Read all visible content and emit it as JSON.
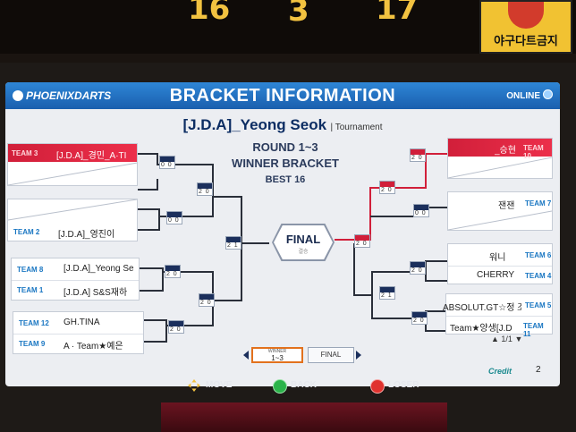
{
  "scoreboard": {
    "left": "16",
    "mid": "3",
    "right": "17"
  },
  "sticker": {
    "text": "야구다트금지"
  },
  "header": {
    "brand": "PHOENIXDARTS",
    "title": "BRACKET INFORMATION",
    "status": "ONLINE"
  },
  "tournament": {
    "name": "[J.D.A]_Yeong Seok",
    "type": "| Tournament"
  },
  "round_info": {
    "round": "ROUND 1~3",
    "bracket_a": "WINNER",
    "bracket_b": " BRACKET",
    "best": "BEST 16"
  },
  "left_cards": [
    {
      "rows": [
        {
          "team": "TEAM 3",
          "player": "[J.D.A]_경민_A·TI",
          "winner": true
        },
        {
          "team": "",
          "player": ""
        }
      ]
    },
    {
      "rows": [
        {
          "team": "",
          "player": ""
        },
        {
          "team": "TEAM 2",
          "player": "[J.D.A]_영진이"
        }
      ]
    },
    {
      "rows": [
        {
          "team": "TEAM 8",
          "player": "[J.D.A]_Yeong Se"
        },
        {
          "team": "TEAM 1",
          "player": "[J.D.A] S&S재하"
        }
      ]
    },
    {
      "rows": [
        {
          "team": "TEAM 12",
          "player": "GH.TINA"
        },
        {
          "team": "TEAM 9",
          "player": "A · Team★예은"
        }
      ]
    }
  ],
  "right_cards": [
    {
      "rows": [
        {
          "team": "TEAM 10",
          "player": "_승현",
          "winner": true
        },
        {
          "team": "",
          "player": ""
        }
      ]
    },
    {
      "rows": [
        {
          "team": "TEAM 7",
          "player": "잰잰"
        },
        {
          "team": "",
          "player": ""
        }
      ]
    },
    {
      "rows": [
        {
          "team": "TEAM 6",
          "player": "워니"
        },
        {
          "team": "TEAM 4",
          "player": "CHERRY"
        }
      ]
    },
    {
      "rows": [
        {
          "team": "TEAM 5",
          "player": "ABSOLUT.GT☆정 조"
        },
        {
          "team": "TEAM 11",
          "player": "Team★양생[J.D"
        }
      ]
    }
  ],
  "final": {
    "label": "FINAL",
    "sub": "결승"
  },
  "tabs": {
    "tab1_top": "WINNER",
    "tab1_bottom": "1~3",
    "tab2": "FINAL"
  },
  "pager": "1/1",
  "credit": {
    "label": "Credit",
    "value": "2"
  },
  "controls": {
    "move": "MOVE",
    "back": "BACK",
    "loser": "LOSER"
  },
  "colors": {
    "header": "#1a5fae",
    "winner_red": "#d11f3a",
    "team_blue": "#1976c2",
    "score_navy": "#1b2f5c"
  }
}
